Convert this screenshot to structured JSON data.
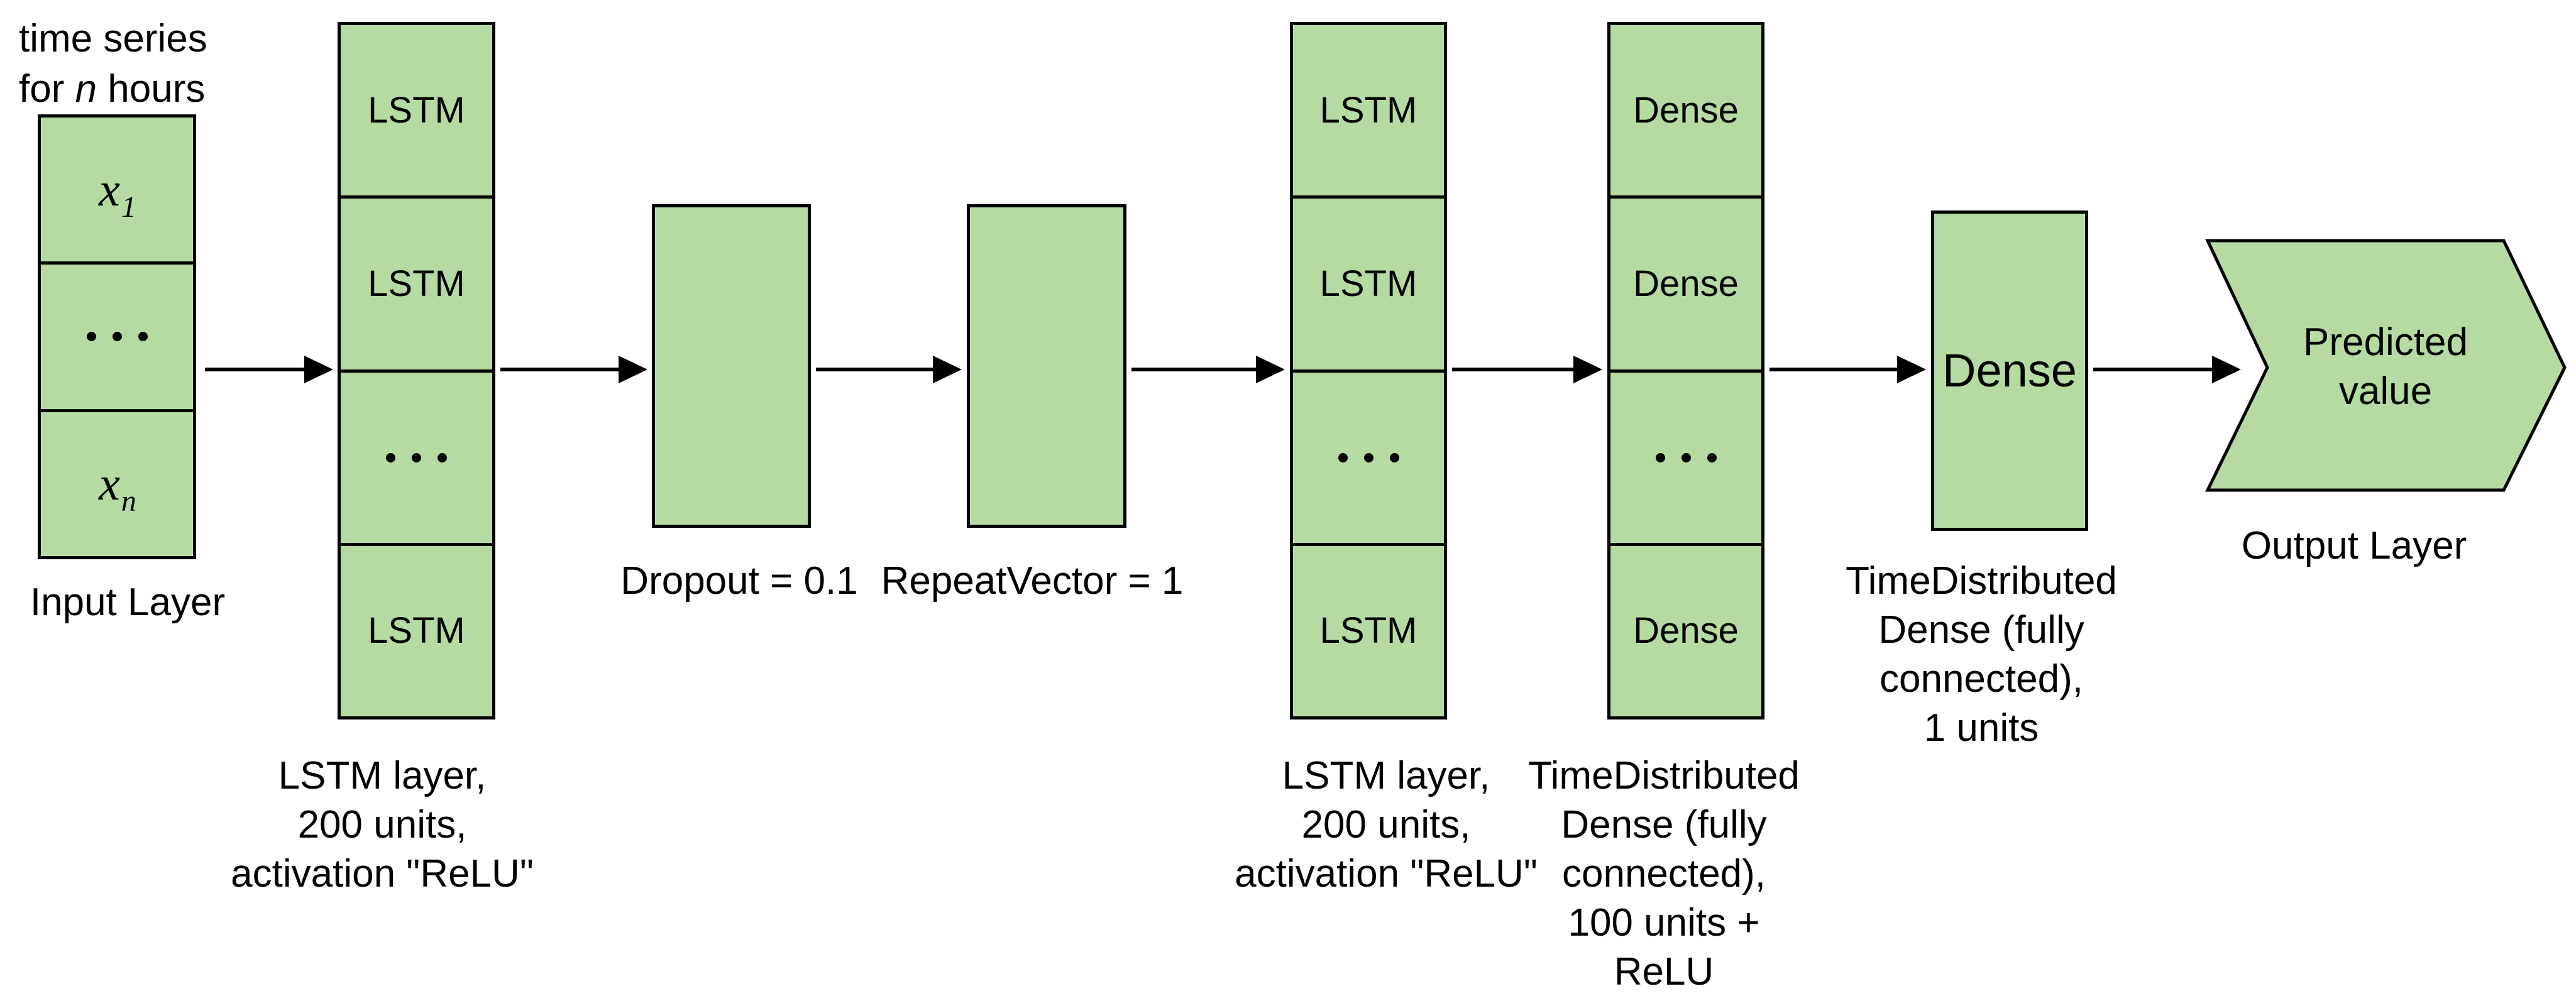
{
  "colors": {
    "box_fill": "#b5dba2",
    "box_border": "#000000",
    "text_color": "#000000",
    "background": "#ffffff"
  },
  "annotation": {
    "line1": "time series",
    "line2_prefix": "for ",
    "line2_italic": "n",
    "line2_suffix": " hours"
  },
  "input_column": {
    "cell_x1_base": "x",
    "cell_x1_sub": "1",
    "cell_xn_base": "x",
    "cell_xn_sub": "n",
    "label": "Input Layer"
  },
  "lstm_stack_1": {
    "cell_1": "LSTM",
    "cell_2": "LSTM",
    "cell_4": "LSTM",
    "label_lines": [
      "LSTM layer,",
      "200 units,",
      "activation \"ReLU\""
    ]
  },
  "dropout_box": {
    "label": "Dropout = 0.1"
  },
  "repeat_vector_box": {
    "label": "RepeatVector = 1"
  },
  "lstm_stack_2": {
    "cell_1": "LSTM",
    "cell_2": "LSTM",
    "cell_4": "LSTM",
    "label_lines": [
      "LSTM layer,",
      "200 units,",
      "activation \"ReLU\""
    ]
  },
  "dense_stack": {
    "cell_1": "Dense",
    "cell_2": "Dense",
    "cell_4": "Dense",
    "label_lines": [
      "TimeDistributed",
      "Dense (fully",
      "connected),",
      "100 units +",
      "ReLU"
    ]
  },
  "dense_single": {
    "text": "Dense",
    "label_lines": [
      "TimeDistributed",
      "Dense (fully",
      "connected),",
      "1 units"
    ]
  },
  "output": {
    "text_line1": "Predicted",
    "text_line2": "value",
    "label": "Output Layer"
  }
}
